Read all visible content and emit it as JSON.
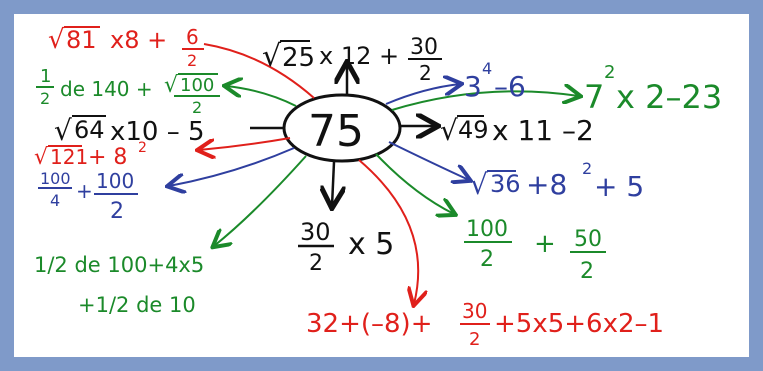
{
  "center": "75",
  "colors": {
    "frame": "#7f9ac9",
    "black": "#111111",
    "red": "#e0201b",
    "green": "#1b8a2a",
    "blue": "#2f3f9f"
  },
  "expressions": {
    "top": {
      "pre": "√",
      "radicand": "25",
      "mid": "x 12 +",
      "frac_num": "30",
      "frac_den": "2"
    },
    "top_right": {
      "base": "3",
      "exp": "4",
      "rest": "–6"
    },
    "right1": {
      "base": "7",
      "exp": "2",
      "rest": "x 2–23"
    },
    "right2": {
      "pre": "√",
      "radicand": "49",
      "rest": "x 11 –2"
    },
    "right3": {
      "pre": "√",
      "radicand": "36",
      "mid": "+8",
      "exp": "2",
      "rest": "+ 5"
    },
    "bottom_right": {
      "n1": "100",
      "d1": "2",
      "op": "+",
      "n2": "50",
      "d2": "2"
    },
    "bottom_center": {
      "num": "30",
      "den": "2",
      "rest": "x 5"
    },
    "bottom_long": {
      "part1": "32+(–8)+",
      "num": "30",
      "den": "2",
      "part2": "+5x5+6x2–1"
    },
    "top_left": {
      "pre": "√",
      "radicand": "81",
      "mid": "x8 +",
      "num": "6",
      "den": "2"
    },
    "left1": {
      "num": "1",
      "den": "2",
      "mid": "de 140 +",
      "pre": "√",
      "radicand": "100",
      "den2": "2"
    },
    "left2": {
      "pre": "√",
      "radicand": "64",
      "rest": "x10 – 5"
    },
    "left3": {
      "pre": "√",
      "radicand": "121",
      "mid": "+ 8",
      "exp": "2"
    },
    "left4": {
      "n1": "100",
      "d1": "4",
      "op": "+",
      "n2": "100",
      "d2": "2"
    },
    "bottom_left": {
      "line1": "1/2 de 100+4x5",
      "line2": "+1/2 de 10"
    }
  }
}
